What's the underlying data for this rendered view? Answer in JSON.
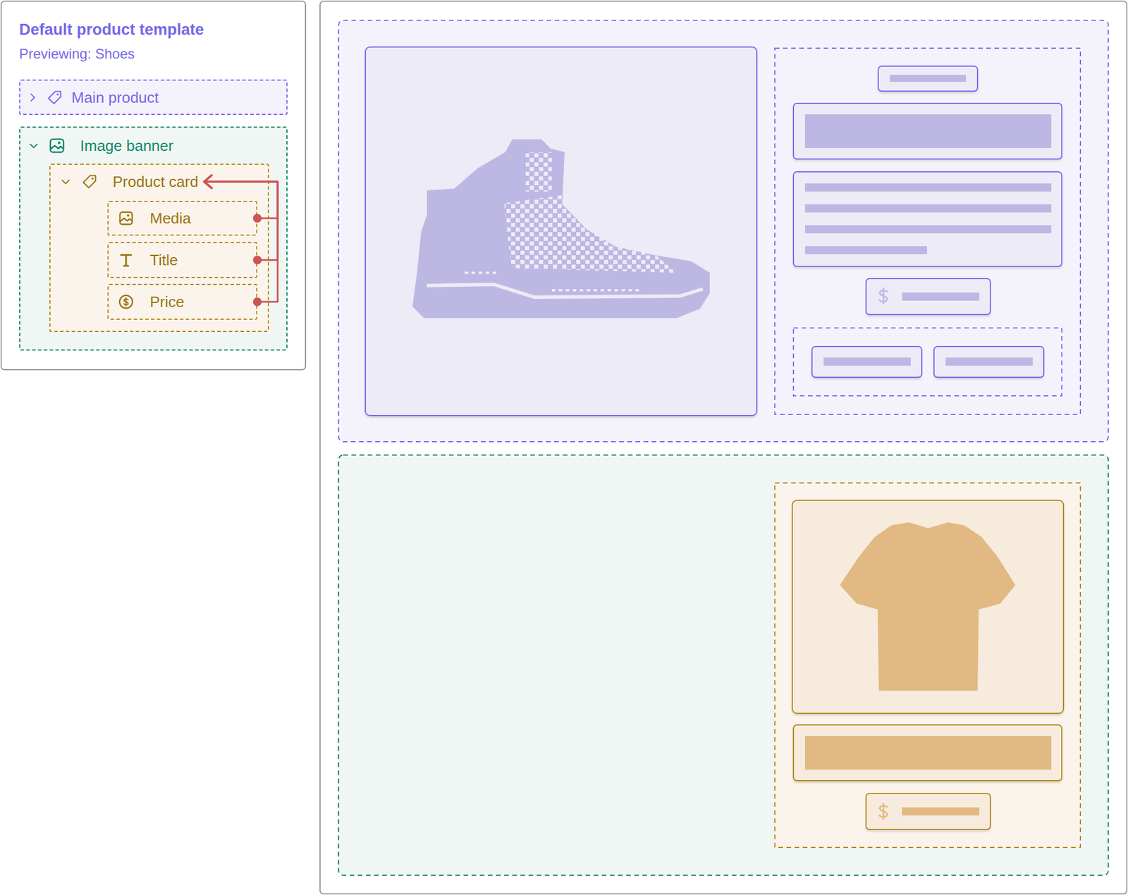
{
  "diagram": {
    "title": "Default product template",
    "nodes": [
      {
        "text": [
          "Main product"
        ]
      },
      {
        "text": [
          "Image banner"
        ]
      },
      {
        "text": [
          "Product card"
        ],
        "in": 1
      },
      {
        "text": [
          "Media"
        ],
        "in": 2
      },
      {
        "text": [
          "Title"
        ],
        "in": 2
      },
      {
        "text": [
          "Price"
        ],
        "in": 2
      }
    ],
    "edges": [
      {
        "from": 3,
        "to": 2,
        "arrow": "to"
      },
      {
        "from": 4,
        "to": 2,
        "arrow": "to"
      },
      {
        "from": 5,
        "to": 2,
        "arrow": "to"
      }
    ],
    "labels": [
      "Previewing: Shoes"
    ]
  }
}
